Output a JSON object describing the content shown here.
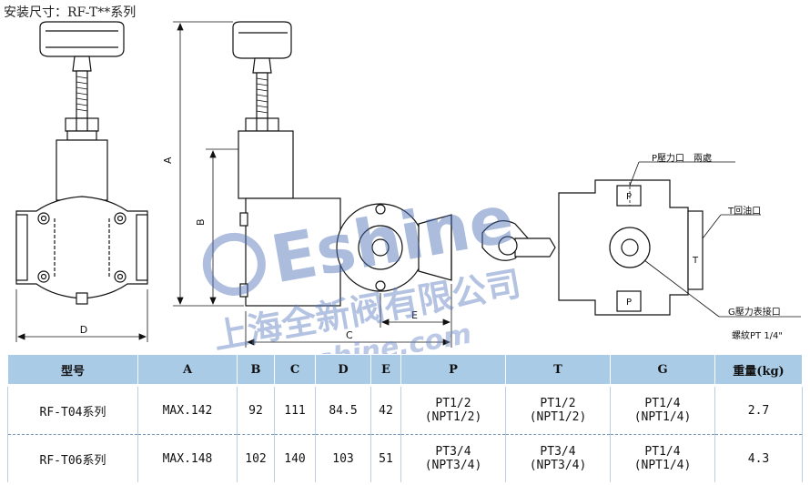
{
  "title": "安装尺寸：RF-T**系列",
  "dimension_labels": {
    "a": "A",
    "b": "B",
    "c": "C",
    "d": "D",
    "e": "E"
  },
  "port_labels": {
    "p_port": "P壓力口　兩處",
    "t_port": "T回油口",
    "g_port_1": "G壓力表接口",
    "g_port_2": "螺紋PT 1/4\"",
    "p_mark": "P",
    "t_mark": "T"
  },
  "watermark": {
    "brand": "Eshine",
    "company": "上海全新阀有限公司",
    "url": "www.eshine.com"
  },
  "table": {
    "headers": [
      "型号",
      "A",
      "B",
      "C",
      "D",
      "E",
      "P",
      "T",
      "G",
      "重量(kg)"
    ],
    "rows": [
      [
        "RF-T04系列",
        "MAX.142",
        "92",
        "111",
        "84.5",
        "42",
        "PT1/2",
        "(NPT1/2)",
        "PT1/2",
        "(NPT1/2)",
        "PT1/4",
        "(NPT1/4)",
        "2.7"
      ],
      [
        "RF-T06系列",
        "MAX.148",
        "102",
        "140",
        "103",
        "51",
        "PT3/4",
        "(NPT3/4)",
        "PT3/4",
        "(NPT3/4)",
        "PT1/4",
        "(NPT1/4)",
        "4.3"
      ]
    ]
  }
}
